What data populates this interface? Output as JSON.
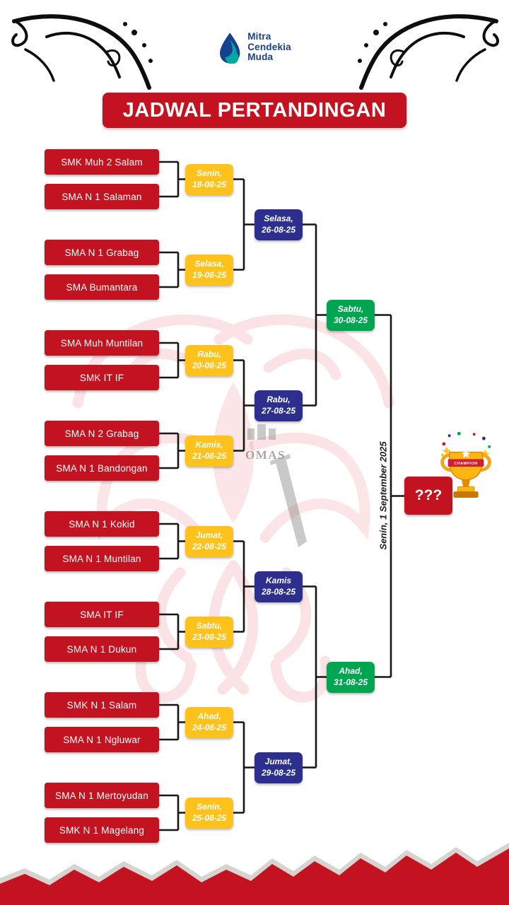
{
  "logo": {
    "name_lines": [
      "Mitra",
      "Cendekia",
      "Muda"
    ]
  },
  "title": "JADWAL PERTANDINGAN",
  "bracket": {
    "round1": [
      {
        "team_top": "SMK Muh 2 Salam",
        "team_bottom": "SMA N 1 Salaman",
        "day": "Senin,",
        "date": "18-08-25"
      },
      {
        "team_top": "SMA N 1 Grabag",
        "team_bottom": "SMA Bumantara",
        "day": "Selasa,",
        "date": "19-08-25"
      },
      {
        "team_top": "SMA Muh Muntilan",
        "team_bottom": "SMK IT IF",
        "day": "Rabu,",
        "date": "20-08-25"
      },
      {
        "team_top": "SMA N 2 Grabag",
        "team_bottom": "SMA N 1 Bandongan",
        "day": "Kamis,",
        "date": "21-08-25"
      },
      {
        "team_top": "SMA N 1 Kokid",
        "team_bottom": "SMA N 1 Muntilan",
        "day": "Jumat,",
        "date": "22-08-25"
      },
      {
        "team_top": "SMA IT IF",
        "team_bottom": "SMA N 1 Dukun",
        "day": "Sabtu,",
        "date": "23-08-25"
      },
      {
        "team_top": "SMK N 1 Salam",
        "team_bottom": "SMA N 1 Ngluwar",
        "day": "Ahad,",
        "date": "24-08-25"
      },
      {
        "team_top": "SMA N 1 Mertoyudan",
        "team_bottom": "SMK N 1 Magelang",
        "day": "Senin,",
        "date": "25-08-25"
      }
    ],
    "round2": [
      {
        "day": "Selasa,",
        "date": "26-08-25"
      },
      {
        "day": "Rabu,",
        "date": "27-08-25"
      },
      {
        "day": "Kamis",
        "date": "28-08-25"
      },
      {
        "day": "Jumat,",
        "date": "29-08-25"
      }
    ],
    "semifinal": [
      {
        "day": "Sabtu,",
        "date": "30-08-25"
      },
      {
        "day": "Ahad,",
        "date": "31-08-25"
      }
    ],
    "final": {
      "schedule_vertical": "Senin, 1 September 2025",
      "winner_placeholder": "???",
      "trophy_label": "CHAMPION"
    }
  },
  "watermark": {
    "emblem_text": "OMAS"
  },
  "colors": {
    "red": "#C31220",
    "yellow": "#FFC21D",
    "blue": "#2D2F8F",
    "green": "#00A551",
    "navy_logo": "#16418F",
    "teal_logo": "#00A7A3"
  }
}
